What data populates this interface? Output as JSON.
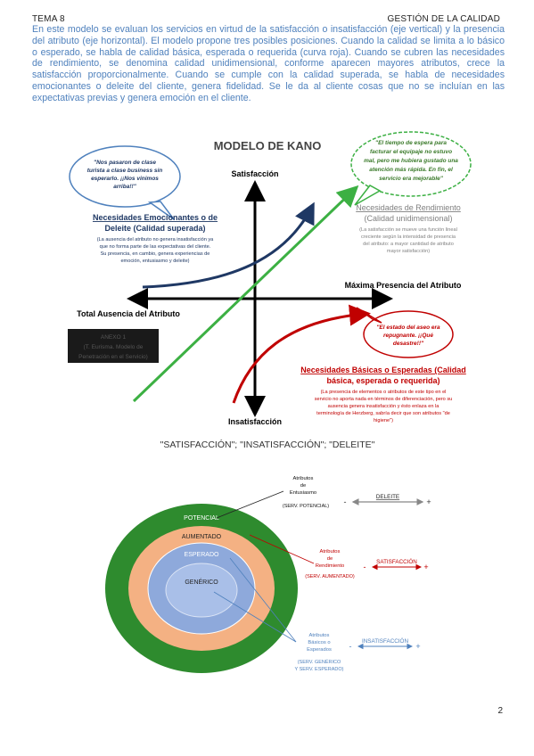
{
  "header": {
    "left": "TEMA 8",
    "right": "GESTIÓN DE LA CALIDAD"
  },
  "intro": "En este modelo se evaluan los servicios en virtud de la satisfacción o insatisfacción (eje vertical) y la presencia del atributo (eje horizontal). El modelo propone tres posibles posiciones. Cuando la calidad se limita a lo básico o esperado, se habla de calidad básica, esperada o requerida (curva roja). Cuando se cubren las necesidades de rendimiento, se denomina calidad unidimensional, conforme aparecen mayores atributos, crece la satisfacción proporcionalmente. Cuando se cumple con la calidad superada, se habla de necesidades emocionantes o deleite del cliente, genera fidelidad. Se le da al cliente cosas que no se incluían en las expectativas previas y genera emoción en el cliente.",
  "kano": {
    "title": "MODELO DE KANO",
    "axis_top": "Satisfacción",
    "axis_bottom": "Insatisfacción",
    "axis_right": "Máxima Presencia del Atributo",
    "axis_left": "Total Ausencia del Atributo",
    "bubble_blue": [
      "\"Nos pasaron de clase",
      "turista a clase business sin",
      "esperarlo. ¡¡Nos vinimos",
      "arriba!!\""
    ],
    "bubble_green": [
      "\"El tiempo de espera para",
      "facturar el equipaje no estuvo",
      "mal, pero me hubiera gustado una",
      "atención más rápida. En fin, el",
      "servicio era mejorable\""
    ],
    "bubble_red": [
      "\"El estado del aseo era",
      "repugnante. ¡¡Qué",
      "desastre!!\""
    ],
    "delight_title_1": "Necesidades Emocionantes o de",
    "delight_title_2": "Deleite (Calidad superada)",
    "delight_desc": [
      "(La ausencia del atributo no genera insatisfacción ya",
      "que no forma parte de las expectativas del cliente.",
      "Su presencia, en cambio, genera experiencias de",
      "emoción, entusiasmo y deleite)"
    ],
    "perf_title_1": "Necesidades de Rendimiento",
    "perf_title_2": "(Calidad unidimensional)",
    "perf_desc": [
      "(La satisfacción se mueve una función lineal",
      "creciente según la intensidad de presencia",
      "del atributo: a mayor cantidad de atributo",
      "mayor satisfacción)"
    ],
    "basic_title_1": "Necesidades Básicas o Esperadas (Calidad",
    "basic_title_2": "básica, esperada o requerida)",
    "basic_desc": [
      "(La presencia de elementos o atributos de este tipo en el",
      "servicio no aporta nada en términos de diferenciación, pero su",
      "ausencia genera insatisfacción y ésto enlaza en la",
      "terminología de Herzberg, sabría decir que son atributos \"de",
      "higiene\")"
    ],
    "source_box": [
      "ANEXO 1",
      "(T. Eurisma. Modelo de",
      "Penetración en el Servicio)"
    ]
  },
  "subtitle": "\"SATISFACCIÓN\"; \"INSATISFACCIÓN\"; \"DELEITE\"",
  "rings": {
    "labels": [
      "POTENCIAL",
      "AUMENTADO",
      "ESPERADO",
      "GENÉRICO"
    ],
    "colors": {
      "outer": "#2e8b2e",
      "second": "#f4b183",
      "third": "#8ea9db",
      "inner": "#a9bfe8",
      "accent_red": "#c00000",
      "accent_blue": "#4f81bd"
    },
    "attr_entusiasmo": [
      "Atributos",
      "de",
      "Entusiasmo"
    ],
    "serv_potencial": "(SERV. POTENCIAL)",
    "attr_rendimiento": [
      "Atributos",
      "de",
      "Rendimiento"
    ],
    "serv_aumentado": "(SERV. AUMENTADO)",
    "attr_basicos": [
      "Atributos",
      "Básicos o",
      "Esperados"
    ],
    "serv_generico": [
      "(SERV. GENÉRICO",
      "Y SERV. ESPERADO)"
    ],
    "scale_delight": "DELEITE",
    "scale_satisf": "SATISFACCIÓN",
    "scale_insatisf": "INSATISFACCIÓN",
    "minus": "-",
    "plus": "+"
  },
  "page_number": "2"
}
